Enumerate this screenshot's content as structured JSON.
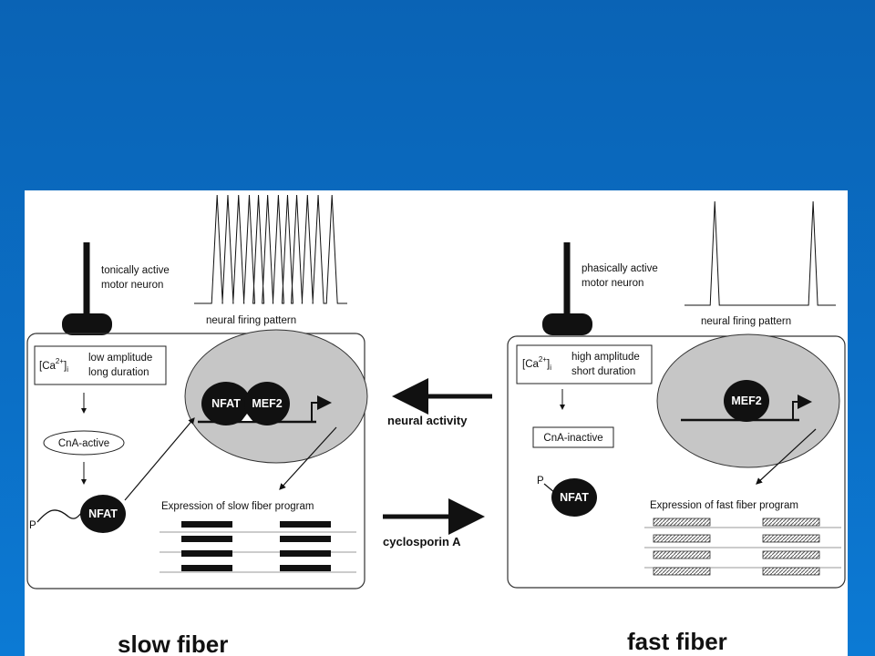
{
  "slow": {
    "neuron_label": [
      "tonically active",
      "motor neuron"
    ],
    "firing_label": "neural firing pattern",
    "ca_label": "[Ca",
    "ca_sup": "2+",
    "ca_close": "]",
    "ca_sub": "i",
    "amplitude": [
      "low amplitude",
      "long duration"
    ],
    "cna": "CnA-active",
    "p": "P",
    "nfat": "NFAT",
    "mef2": "MEF2",
    "expression": "Expression of slow fiber program",
    "title": "slow fiber"
  },
  "fast": {
    "neuron_label": [
      "phasically active",
      "motor neuron"
    ],
    "firing_label": "neural firing pattern",
    "ca_label": "[Ca",
    "ca_sup": "2+",
    "ca_close": "]",
    "ca_sub": "i",
    "amplitude": [
      "high amplitude",
      "short duration"
    ],
    "cna": "CnA-inactive",
    "p": "P",
    "nfat": "NFAT",
    "mef2": "MEF2",
    "expression": "Expression of fast fiber program",
    "title": "fast fiber"
  },
  "middle": {
    "neural_activity": "neural activity",
    "cyclosporin": "cyclosporin A"
  },
  "firing": {
    "slow_peaks": [
      0.15,
      0.22,
      0.29,
      0.36,
      0.42,
      0.48,
      0.55,
      0.61,
      0.67,
      0.74,
      0.81,
      0.9
    ],
    "fast_peaks": [
      0.2,
      0.85
    ]
  }
}
